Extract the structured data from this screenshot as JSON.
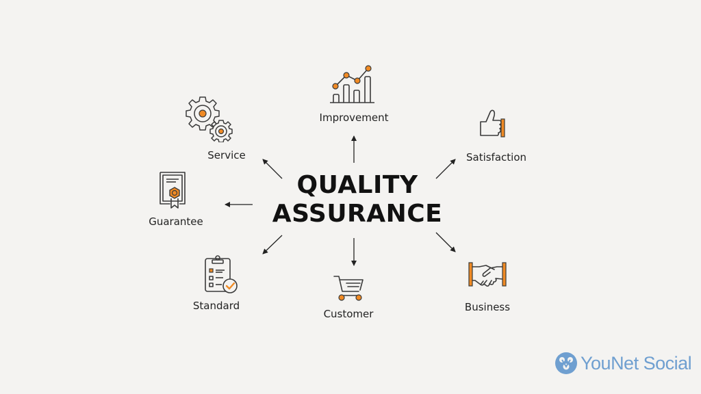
{
  "title": {
    "line1": "QUALITY",
    "line2": "ASSURANCE"
  },
  "nodes": [
    {
      "key": "improvement",
      "label": "Improvement",
      "icon": "growth-chart-icon"
    },
    {
      "key": "satisfaction",
      "label": "Satisfaction",
      "icon": "thumbs-up-icon"
    },
    {
      "key": "business",
      "label": "Business",
      "icon": "handshake-icon"
    },
    {
      "key": "customer",
      "label": "Customer",
      "icon": "shopping-cart-icon"
    },
    {
      "key": "standard",
      "label": "Standard",
      "icon": "checklist-clipboard-icon"
    },
    {
      "key": "guarantee",
      "label": "Guarantee",
      "icon": "certificate-icon"
    },
    {
      "key": "service",
      "label": "Service",
      "icon": "gears-icon"
    }
  ],
  "brand": {
    "name": "YouNet Social",
    "icon": "younet-logo-icon"
  },
  "colors": {
    "accent": "#f08a24",
    "outline": "#3a3a3a",
    "brand": "#6f9fd0",
    "background": "#f4f3f1"
  }
}
